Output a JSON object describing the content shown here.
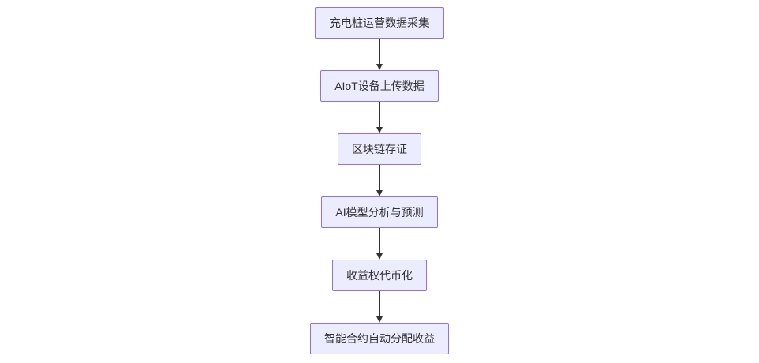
{
  "diagram": {
    "type": "flowchart-top-down",
    "colors": {
      "node-fill": "#ECECFF",
      "node-border": "#9370DB",
      "node-text": "#333333",
      "arrow-color": "#333333",
      "bg": "#FFFFFF"
    },
    "nodes": [
      {
        "label": "充电桩运营数据采集"
      },
      {
        "label": "AIoT设备上传数据"
      },
      {
        "label": "区块链存证"
      },
      {
        "label": "AI模型分析与预测"
      },
      {
        "label": "收益权代币化"
      },
      {
        "label": "智能合约自动分配收益"
      }
    ],
    "connections": [
      {
        "from": 0,
        "to": 1
      },
      {
        "from": 1,
        "to": 2
      },
      {
        "from": 2,
        "to": 3
      },
      {
        "from": 3,
        "to": 4
      },
      {
        "from": 4,
        "to": 5
      }
    ]
  }
}
